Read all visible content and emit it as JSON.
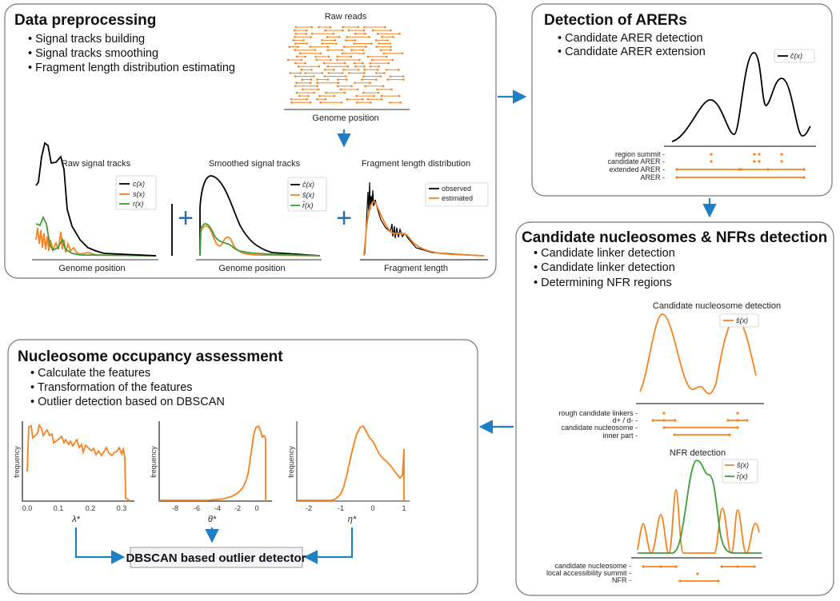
{
  "colors": {
    "accent_blue": "#1f7fc6",
    "orange": "#f5821f",
    "green": "#3a9e3a",
    "black": "#000000"
  },
  "preprocessing": {
    "title": "Data preprocessing",
    "bullets": [
      "• Signal tracks building",
      "• Signal tracks smoothing",
      "• Fragment length distribution estimating"
    ],
    "raw_reads_title": "Raw reads",
    "raw_reads_xlabel": "Genome position",
    "raw_signal": {
      "title": "Raw signal tracks",
      "xlabel": "Genome position",
      "legend": [
        "c(x)",
        "s(x)",
        "r(x)"
      ]
    },
    "smoothed_signal": {
      "title": "Smoothed signal tracks",
      "xlabel": "Genome position",
      "legend": [
        "ĉ(x)",
        "ŝ(x)",
        "r̂(x)"
      ]
    },
    "fragment": {
      "title": "Fragment length distribution",
      "xlabel": "Fragment length",
      "legend": [
        "observed",
        "estimated"
      ]
    },
    "plus": "+"
  },
  "arers": {
    "title": "Detection of ARERs",
    "bullets": [
      "• Candidate ARER detection",
      "• Candidate ARER extension"
    ],
    "legend": "ĉ(x)",
    "rows": [
      "region summit -",
      "candidate ARER -",
      "extended ARER -",
      "ARER -"
    ]
  },
  "nucleosomes": {
    "title": "Candidate nucleosomes & NFRs detection",
    "bullets": [
      "• Candidate linker detection",
      "• Candidate linker detection",
      "• Determining NFR regions"
    ],
    "cand_title": "Candidate nucleosome detection",
    "cand_legend": "ŝ(x)",
    "cand_rows": [
      "rough candidate linkers -",
      "d+ / d- -",
      "candidate nucleosome -",
      "inner part -"
    ],
    "nfr_title": "NFR detection",
    "nfr_legend": [
      "ŝ(x)",
      "r̂(x)"
    ],
    "nfr_rows": [
      "candidate nucleosome -",
      "local accessibility summit -",
      "NFR -"
    ]
  },
  "occupancy": {
    "title": "Nucleosome occupancy assessment",
    "bullets": [
      "• Calculate the features",
      "• Transformation of the features",
      "• Outlier detection based on DBSCAN"
    ],
    "ylabel": "frequency",
    "hist1": {
      "xlabel": "λ*",
      "ticks": [
        "0.0",
        "0.1",
        "0.2",
        "0.3"
      ]
    },
    "hist2": {
      "xlabel": "θ*",
      "ticks": [
        "-8",
        "-6",
        "-4",
        "-2",
        "0"
      ]
    },
    "hist3": {
      "xlabel": "η*",
      "ticks": [
        "-2",
        "-1",
        "0",
        "1"
      ]
    },
    "detector": "DBSCAN based outlier detector"
  }
}
